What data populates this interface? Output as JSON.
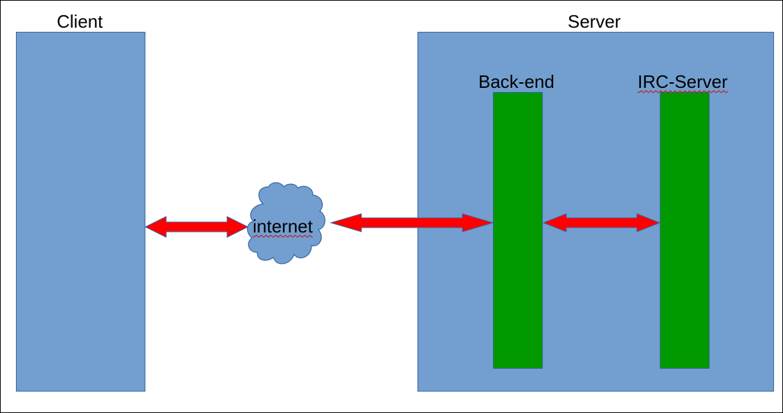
{
  "diagram": {
    "client": {
      "label": "Client"
    },
    "server": {
      "label": "Server"
    },
    "backend": {
      "label": "Back-end"
    },
    "irc_server": {
      "label": "IRC-Server"
    },
    "internet": {
      "label": "internet"
    },
    "connections": [
      {
        "from": "Client",
        "to": "internet",
        "direction": "bidirectional"
      },
      {
        "from": "internet",
        "to": "Back-end",
        "direction": "bidirectional"
      },
      {
        "from": "Back-end",
        "to": "IRC-Server",
        "direction": "bidirectional"
      }
    ],
    "colors": {
      "container_fill": "#729fcf",
      "container_border": "#3465a4",
      "component_fill": "#009900",
      "arrow_fill": "#ff0000",
      "arrow_border": "#3465a4",
      "cloud_fill": "#729fcf"
    }
  }
}
